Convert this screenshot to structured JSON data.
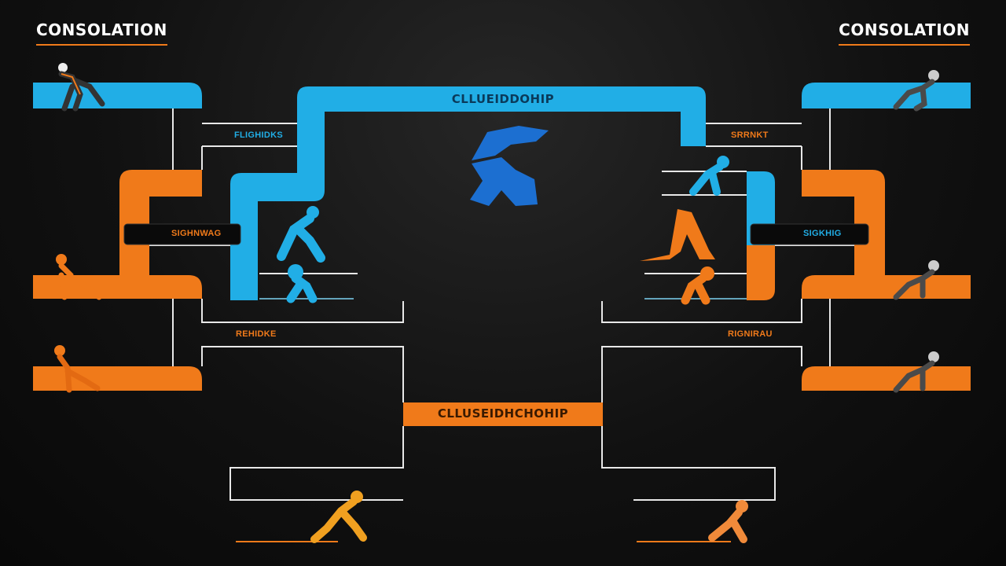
{
  "headers": {
    "left": "CONSOLATION",
    "right": "CONSOLATION"
  },
  "titles": {
    "top": "CLLUEIDDOHIP",
    "bottom": "CLLUSEIDHCHOHIP"
  },
  "slots": {
    "left_upper": "FLIGHIDKS",
    "left_middle": "SIGHNWAG",
    "left_lower": "REHIDKE",
    "right_upper": "SRRNKT",
    "right_middle": "SIGKHIG",
    "right_lower": "RIGNIRAU"
  },
  "colors": {
    "blue": "#21aee6",
    "orange": "#f07a1a",
    "line": "#e8e8e8",
    "background": "#111111"
  },
  "icons": [
    "wrestler-icon-top-left",
    "wrestler-icon-left-mid",
    "wrestler-icon-left-low",
    "wrestler-icon-top-right",
    "wrestler-icon-right-mid",
    "wrestler-icon-right-low",
    "wrestler-pair-icon-center",
    "wrestler-icon-bottom-left",
    "wrestler-icon-bottom-right"
  ]
}
